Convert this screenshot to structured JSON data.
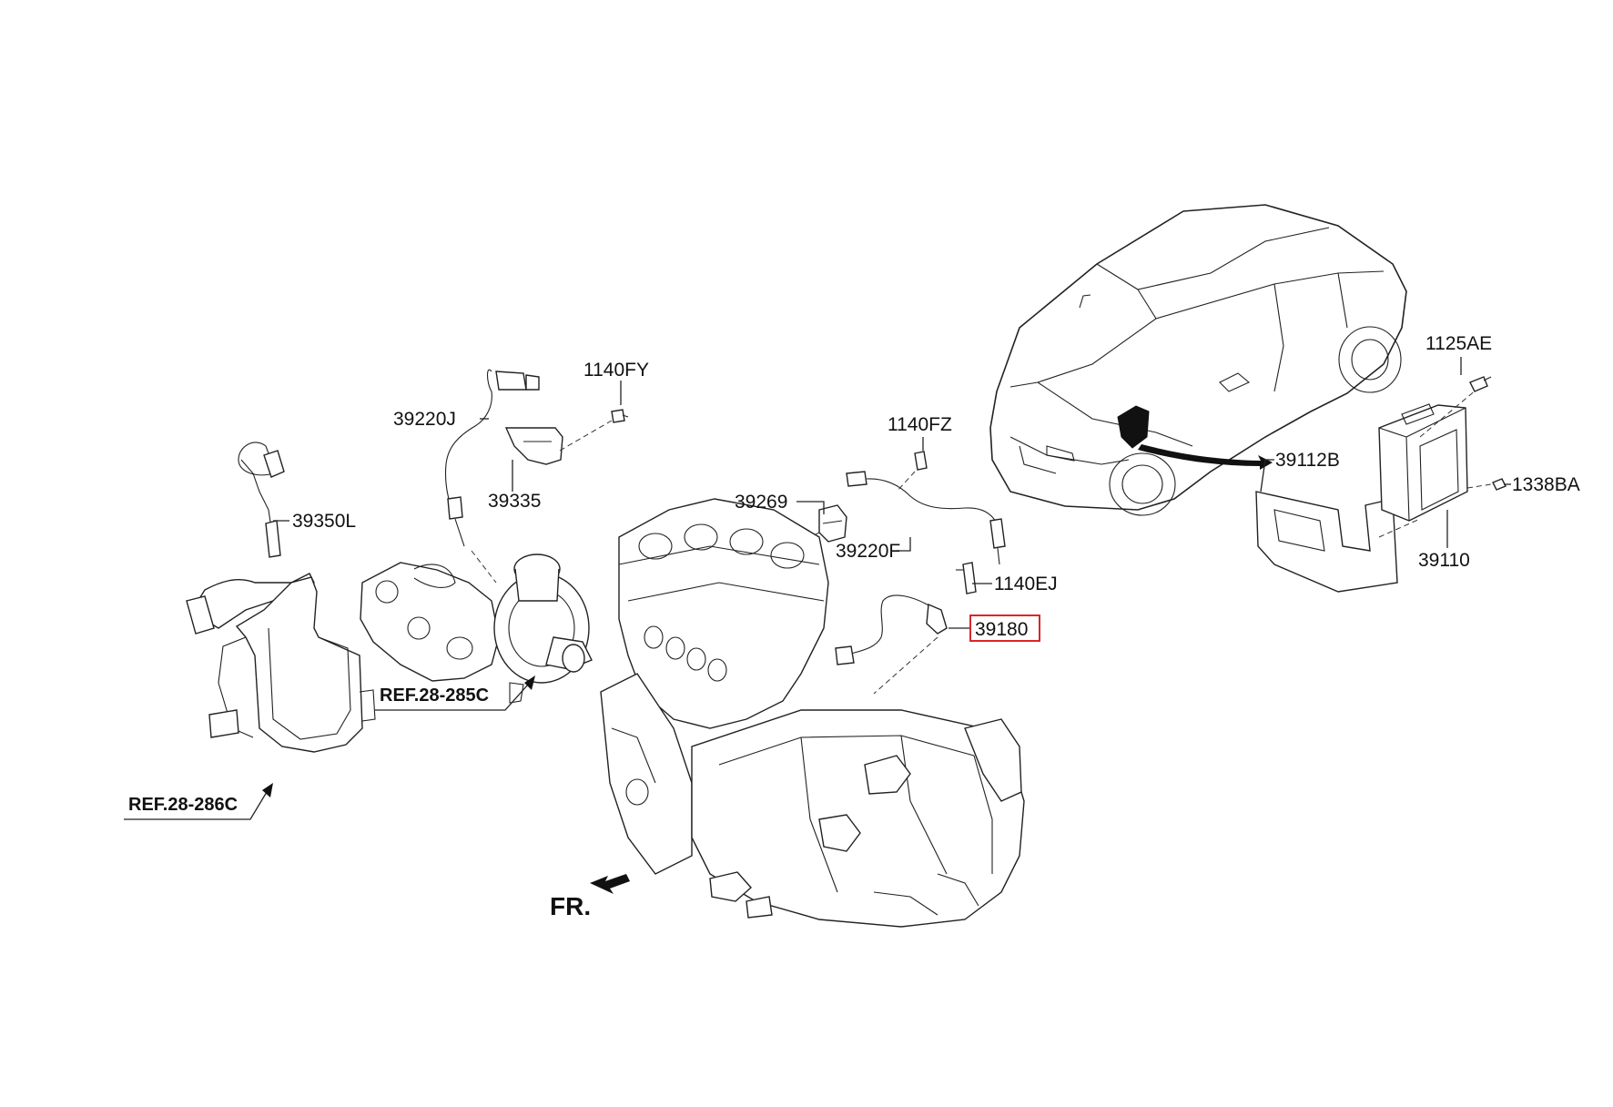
{
  "parts": {
    "p39350L": "39350L",
    "p39220J": "39220J",
    "p1140FY": "1140FY",
    "p39335": "39335",
    "p1140FZ": "1140FZ",
    "p39269": "39269",
    "p39220F": "39220F",
    "p1140EJ": "1140EJ",
    "p39180": "39180",
    "p1125AE": "1125AE",
    "p39112B": "39112B",
    "p1338BA": "1338BA",
    "p39110": "39110"
  },
  "refs": {
    "ref_285C": "REF.28-285C",
    "ref_286C": "REF.28-286C"
  },
  "direction": {
    "front_label": "FR."
  },
  "highlight": {
    "part": "39180",
    "color": "#d9262c"
  }
}
